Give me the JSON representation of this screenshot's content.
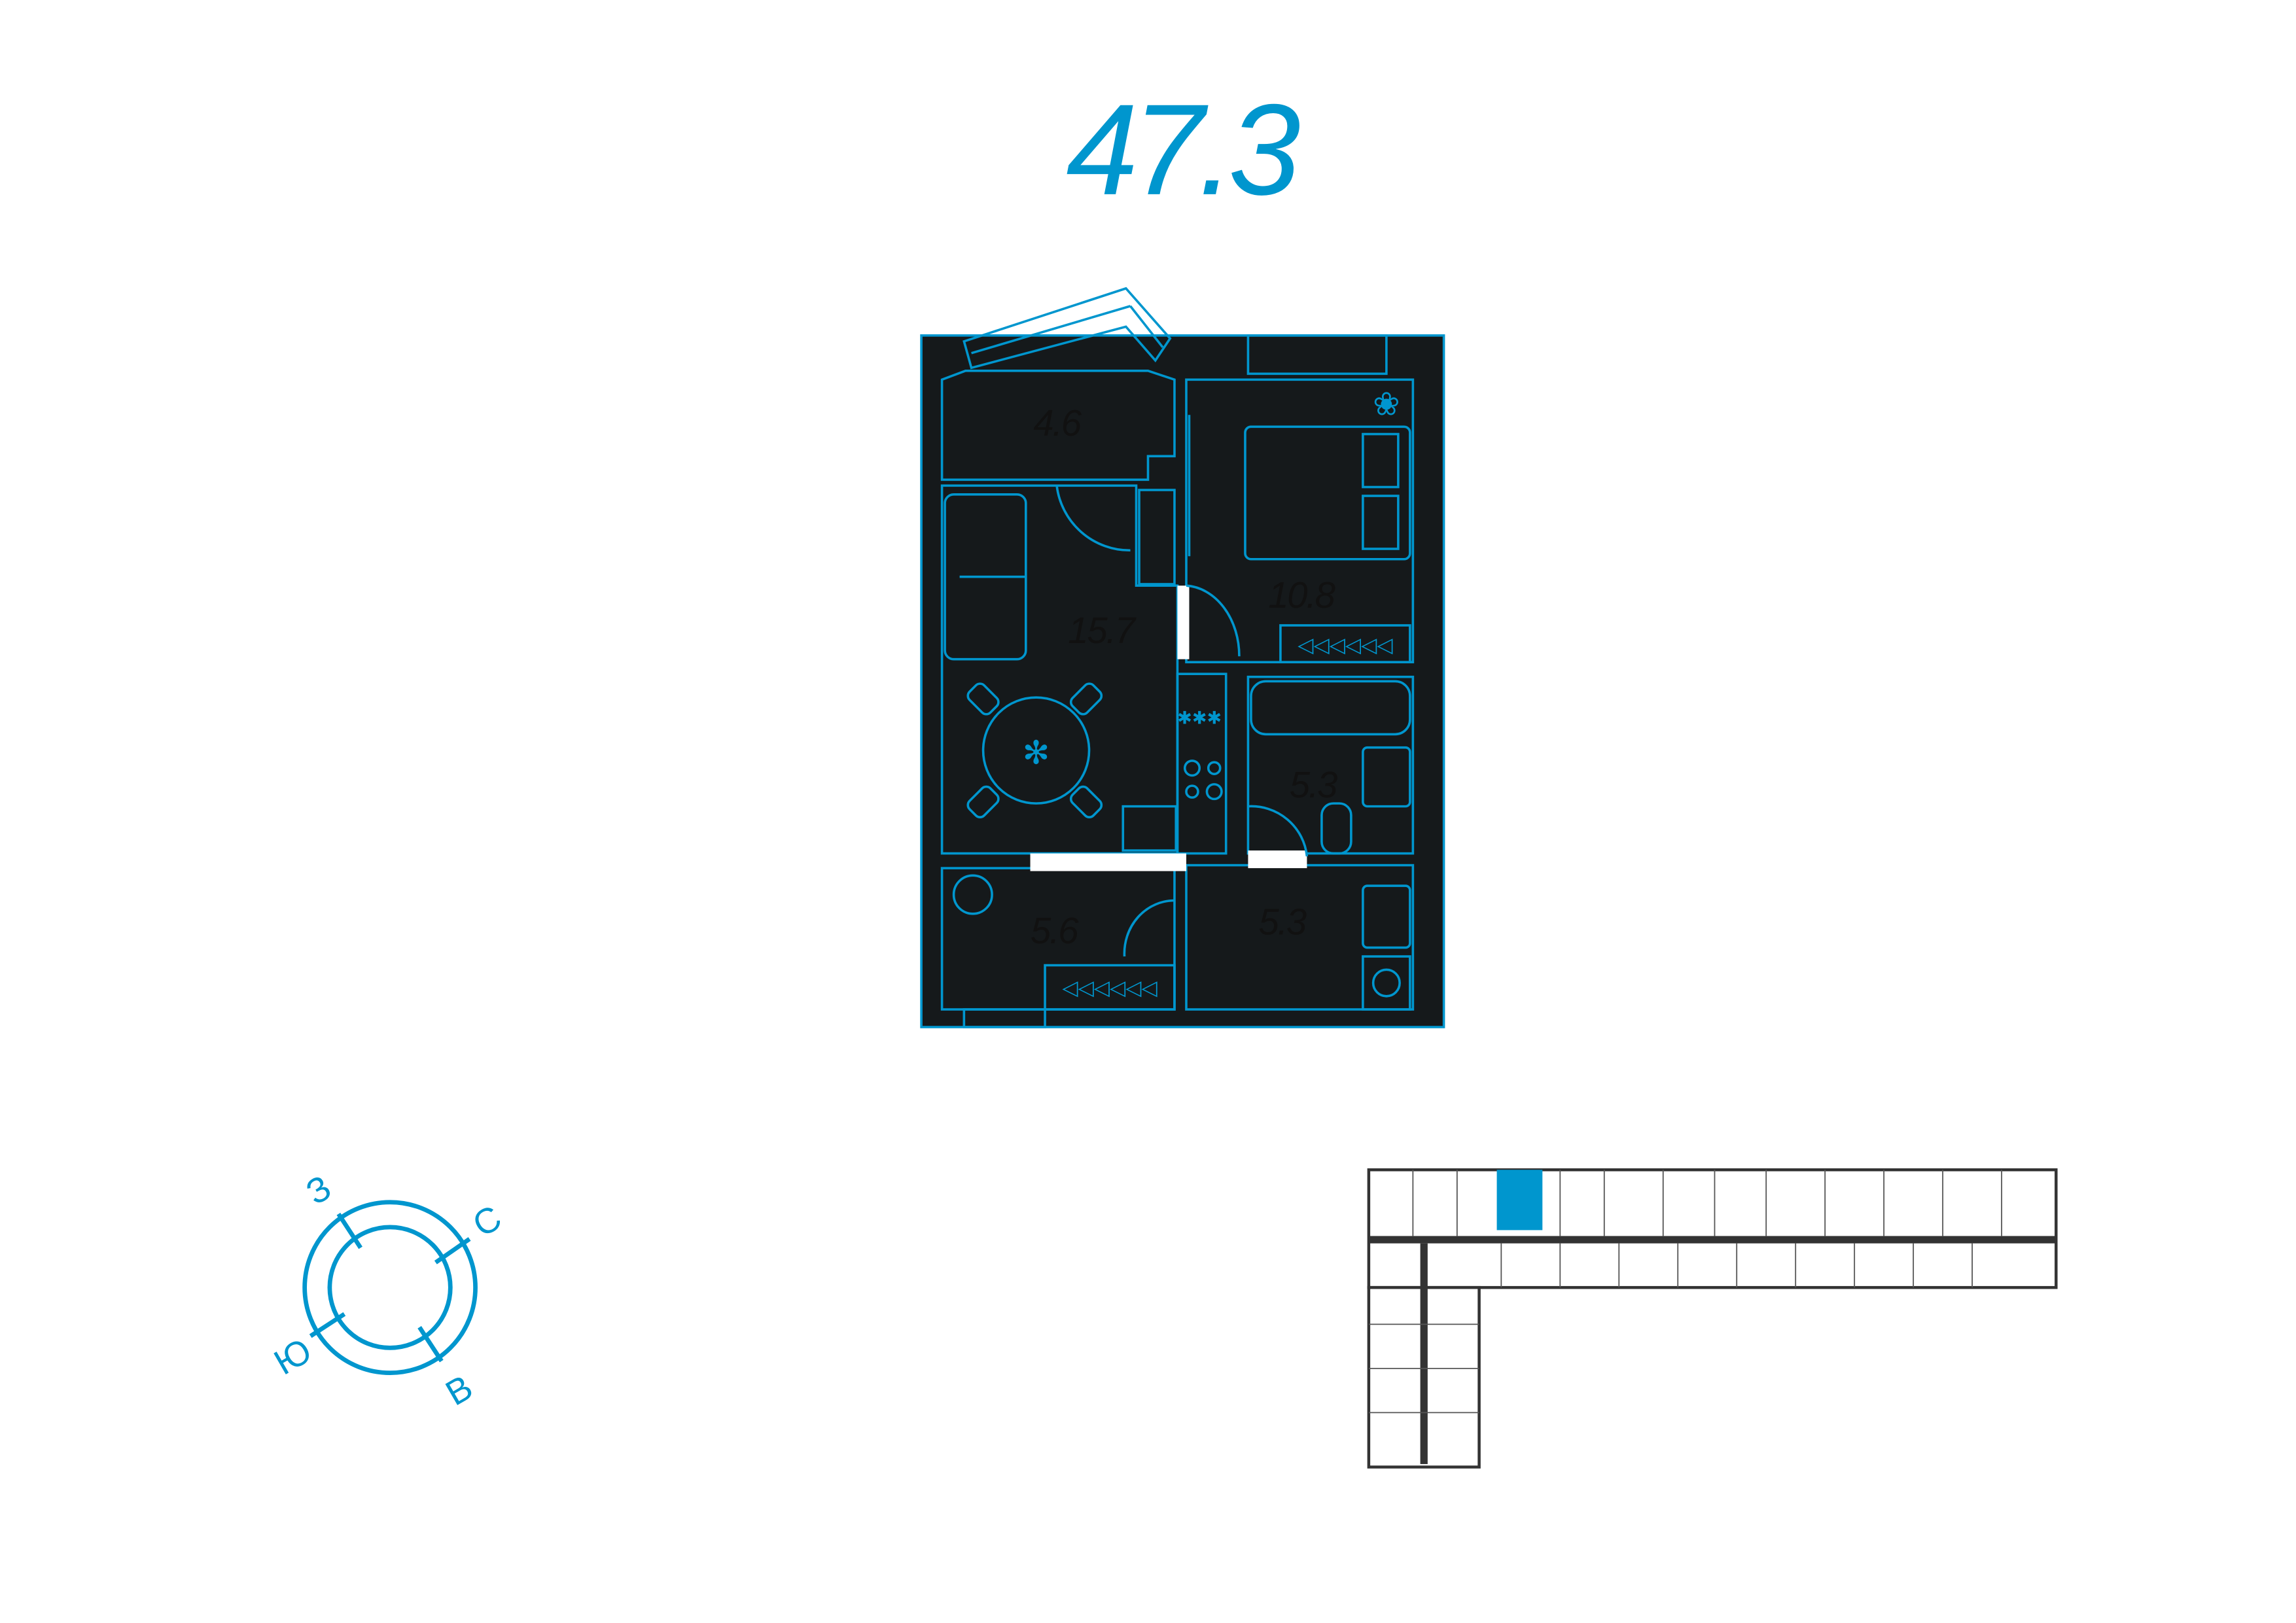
{
  "apartment": {
    "total_area": "47.3",
    "rooms": [
      {
        "name": "balcony",
        "area": "4.6"
      },
      {
        "name": "bedroom",
        "area": "10.8"
      },
      {
        "name": "living-kitchen",
        "area": "15.7"
      },
      {
        "name": "bathroom",
        "area": "5.3"
      },
      {
        "name": "hallway",
        "area": "5.6"
      },
      {
        "name": "laundry-hall",
        "area": "5.3"
      }
    ]
  },
  "compass": {
    "west": "З",
    "north": "С",
    "south": "Ю",
    "east": "В"
  },
  "colors": {
    "accent": "#0096ce",
    "wall": "#15191b",
    "highlight": "#0096ce"
  }
}
